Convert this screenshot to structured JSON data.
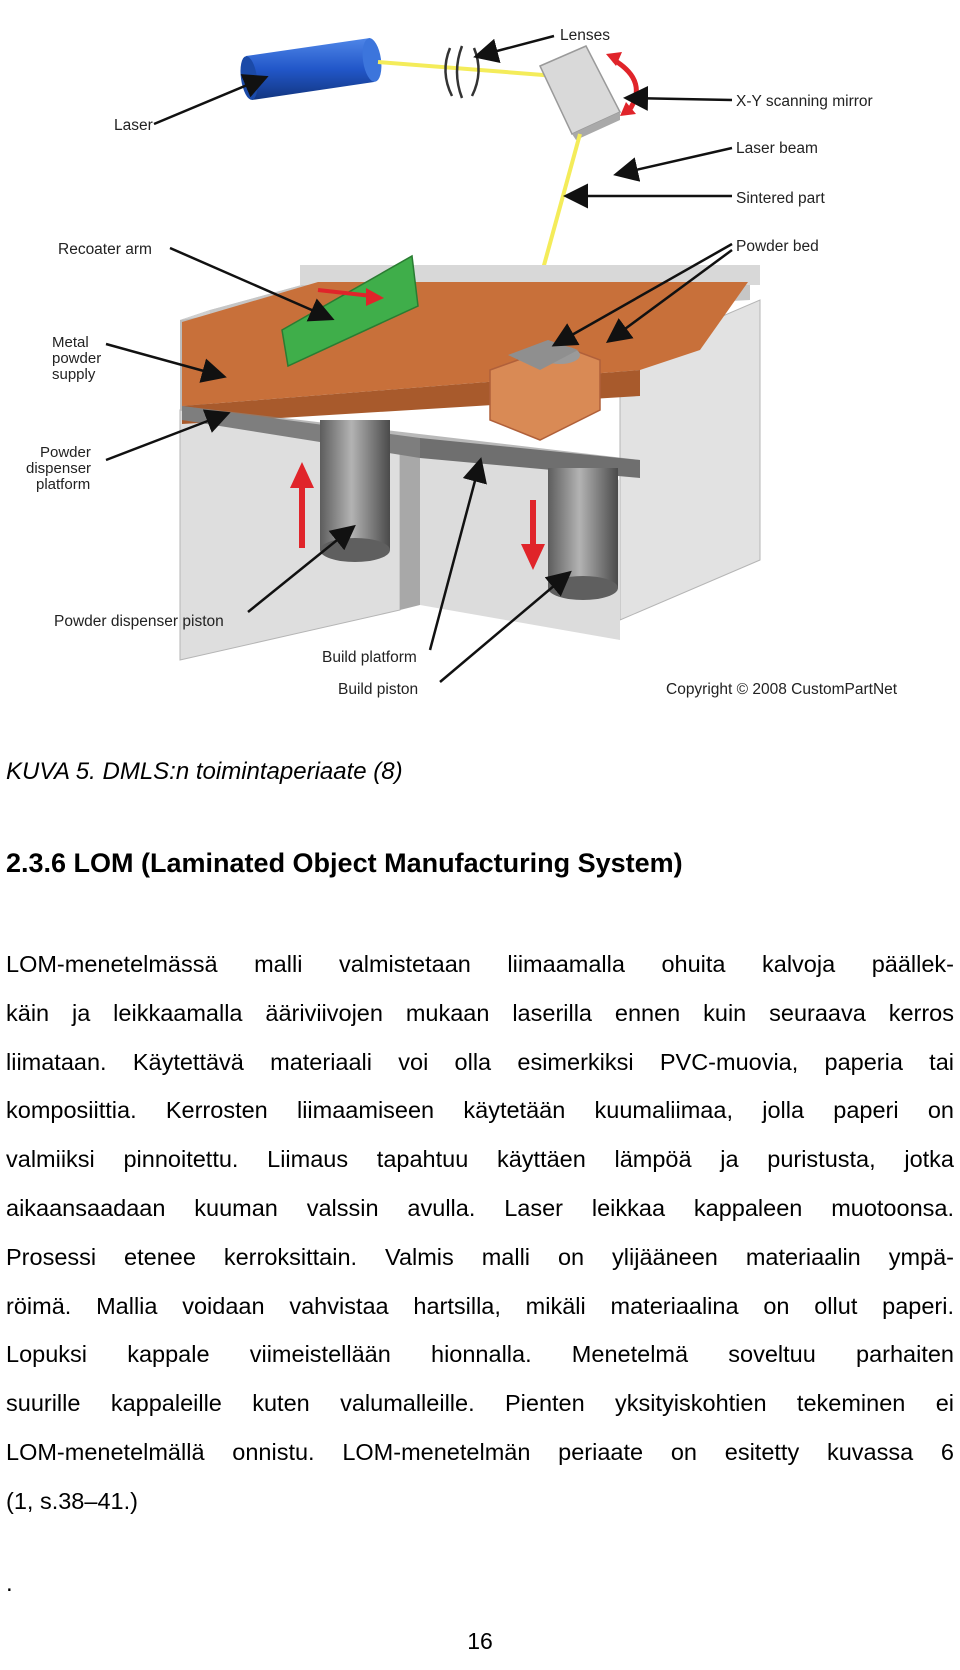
{
  "figure": {
    "labels": {
      "lenses": "Lenses",
      "laser": "Laser",
      "mirror": "X-Y scanning mirror",
      "laser_beam": "Laser beam",
      "sintered_part": "Sintered part",
      "powder_bed": "Powder bed",
      "recoater_arm": "Recoater arm",
      "metal_powder_line1": "Metal",
      "metal_powder_line2": "powder",
      "metal_powder_line3": "supply",
      "dispenser_platform_line1": "Powder",
      "dispenser_platform_line2": "dispenser",
      "dispenser_platform_line3": "platform",
      "dispenser_piston": "Powder dispenser piston",
      "build_platform": "Build platform",
      "build_piston": "Build piston",
      "copyright": "Copyright © 2008 CustomPartNet"
    },
    "colors": {
      "laser_body": "#2257c9",
      "beam": "#f4ec5a",
      "powder": "#c8703a",
      "recoater": "#3fae4a",
      "arrow_red": "#e0242a",
      "wall": "#d7d7d7",
      "piston": "#7a7a7a"
    }
  },
  "caption": "KUVA 5. DMLS:n toimintaperiaate (8)",
  "heading": "2.3.6 LOM (Laminated Object Manufacturing System)",
  "body_lines": [
    "LOM-menetelmässä malli valmistetaan liimaamalla ohuita kalvoja päällek-",
    "käin ja leikkaamalla ääriviivojen mukaan laserilla ennen kuin seuraava kerros",
    "liimataan. Käytettävä materiaali voi olla esimerkiksi PVC-muovia, paperia tai",
    "komposiittia. Kerrosten liimaamiseen käytetään kuumaliimaa, jolla paperi on",
    "valmiiksi pinnoitettu. Liimaus tapahtuu käyttäen lämpöä ja puristusta, jotka",
    "aikaansaadaan kuuman valssin avulla. Laser leikkaa kappaleen muotoonsa.",
    "Prosessi etenee kerroksittain. Valmis malli on ylijääneen materiaalin ympä-",
    "röimä. Mallia voidaan vahvistaa hartsilla, mikäli materiaalina on ollut paperi.",
    "Lopuksi kappale viimeistellään hionnalla.  Menetelmä soveltuu parhaiten",
    "suurille kappaleille kuten valumalleille. Pienten yksityiskohtien tekeminen ei",
    "LOM-menetelmällä onnistu. LOM-menetelmän periaate on esitetty kuvassa 6",
    "(1, s.38–41.)"
  ],
  "trailing_mark": ".",
  "page_number": "16"
}
